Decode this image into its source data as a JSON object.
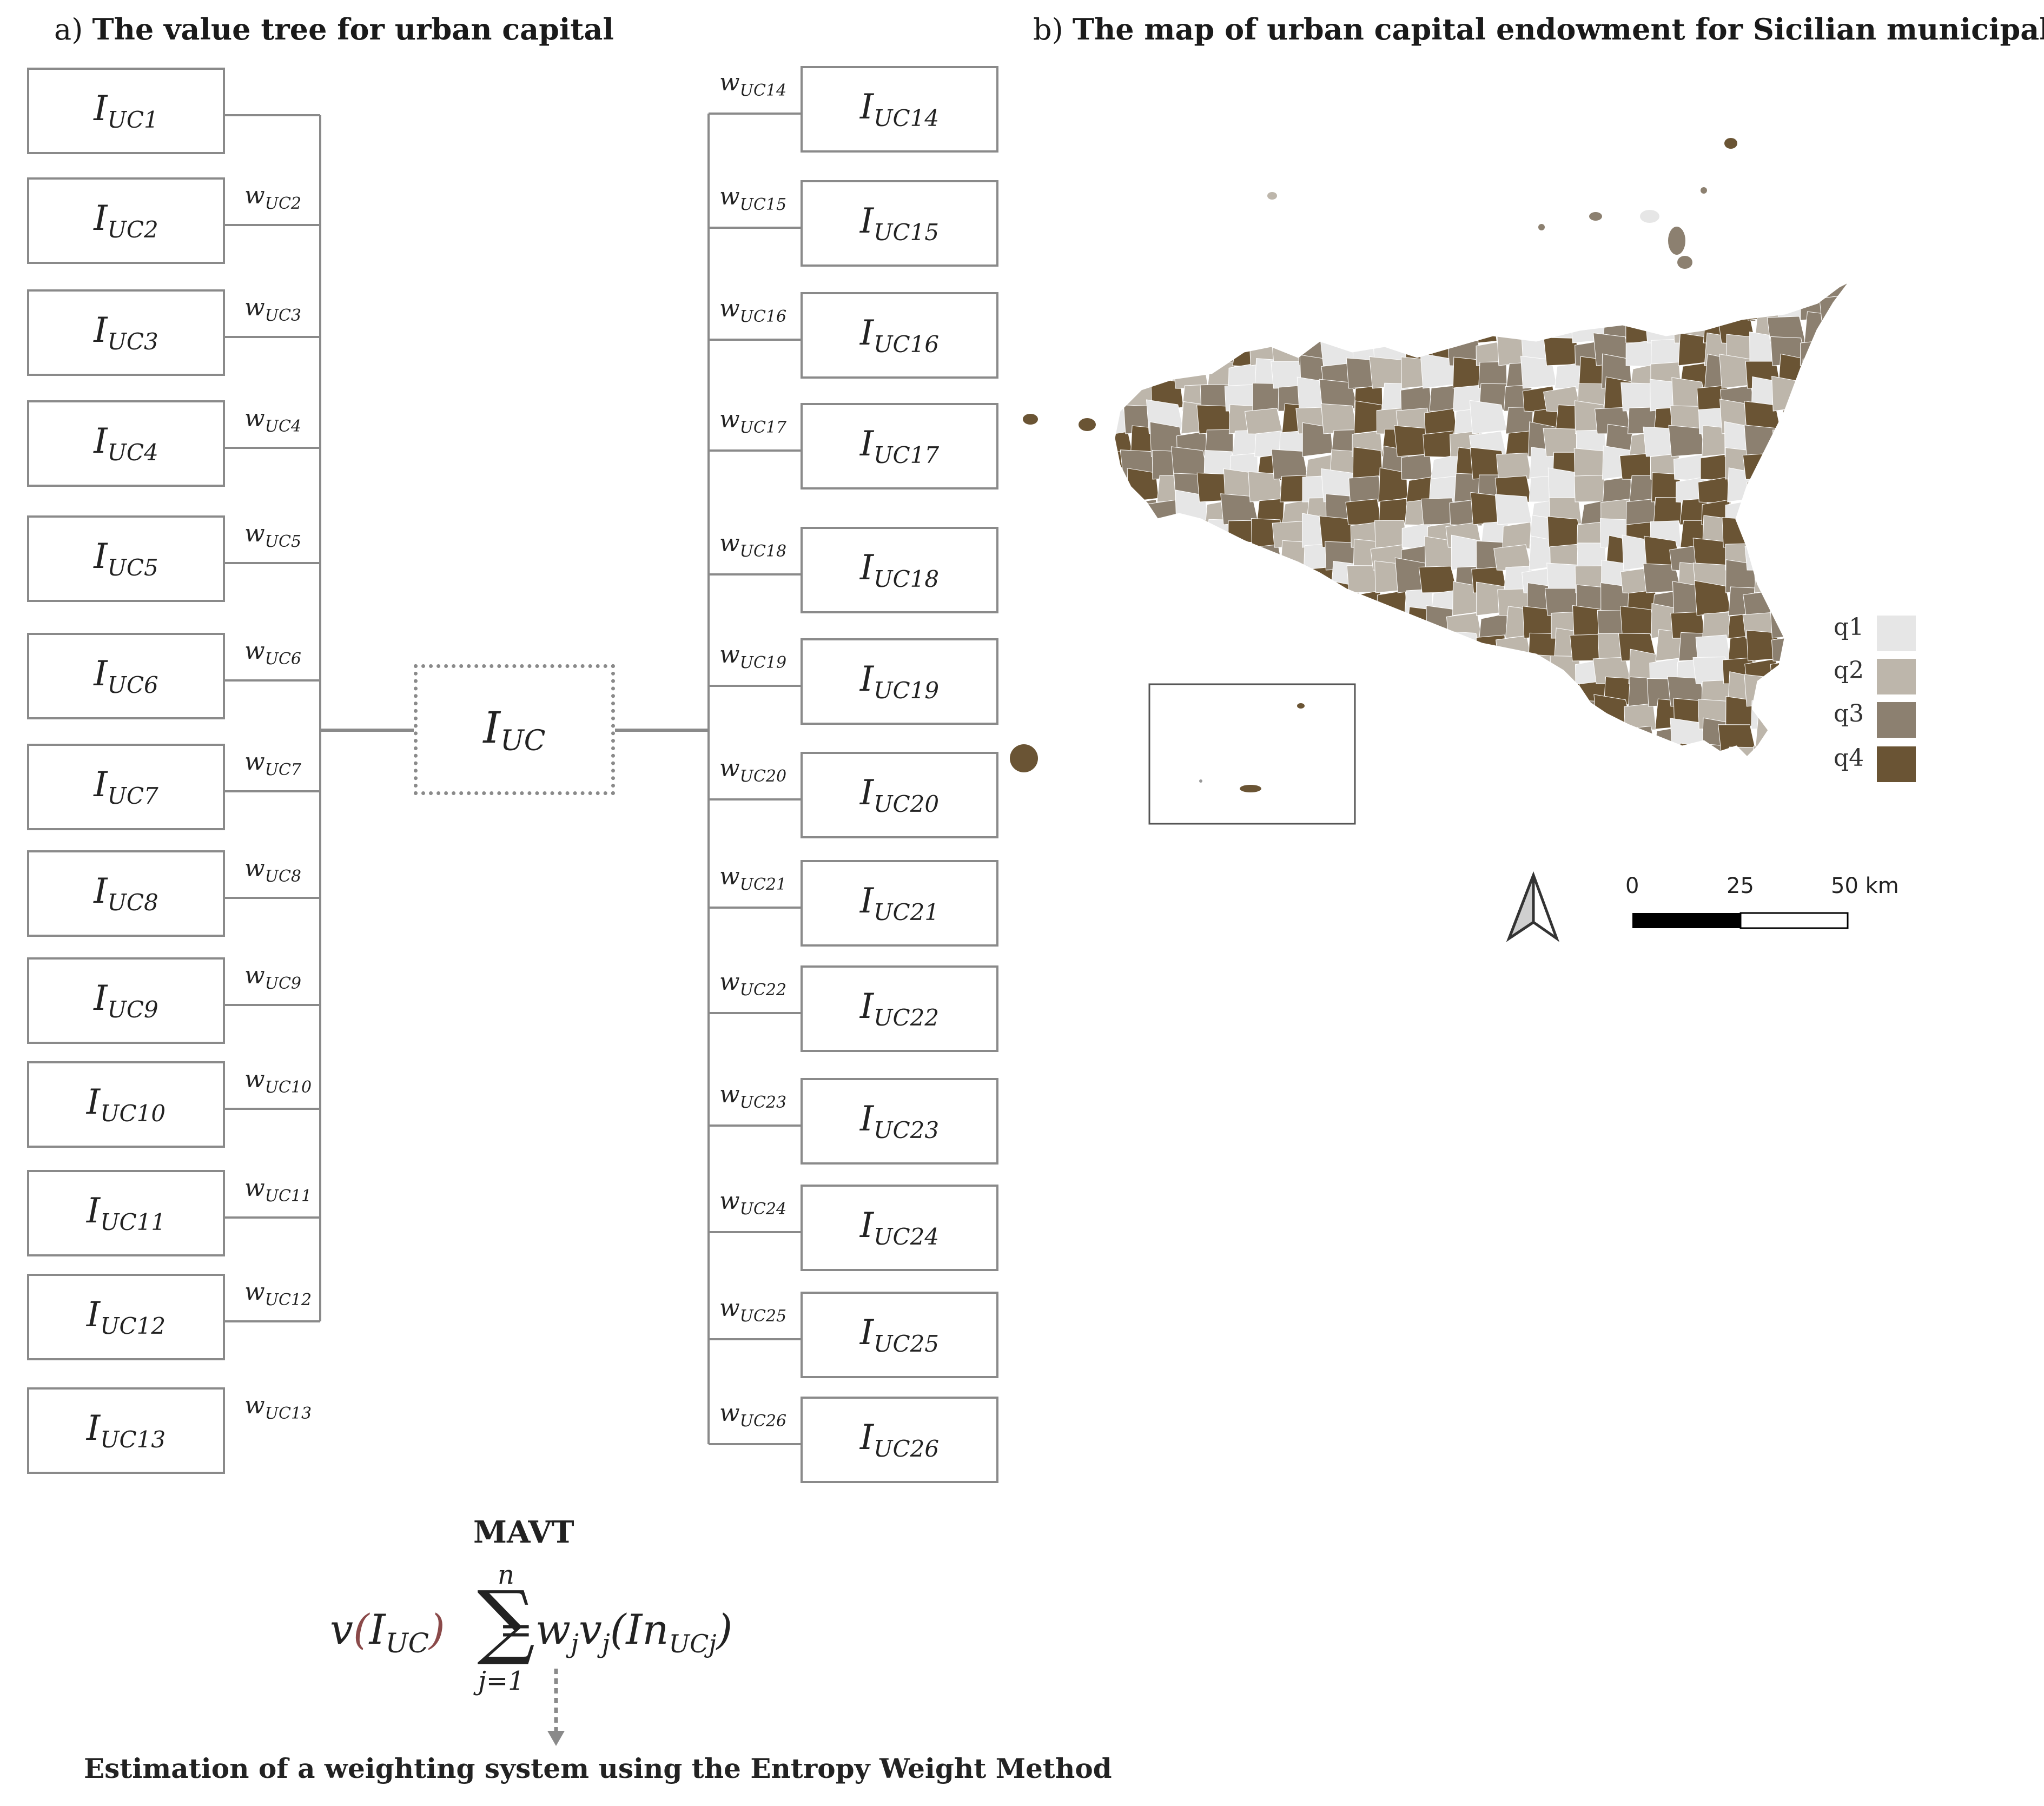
{
  "panel_a": {
    "label": "a)",
    "title": "The value tree for urban capital"
  },
  "panel_b": {
    "label": "b)",
    "title": "The map of urban capital endowment for Sicilian municipalities"
  },
  "root": {
    "symbol": "I",
    "subscript": "UC"
  },
  "left_indicators": [
    {
      "sym": "I",
      "sub": "UC1",
      "w": ""
    },
    {
      "sym": "I",
      "sub": "UC2",
      "w": "UC2"
    },
    {
      "sym": "I",
      "sub": "UC3",
      "w": "UC3"
    },
    {
      "sym": "I",
      "sub": "UC4",
      "w": "UC4"
    },
    {
      "sym": "I",
      "sub": "UC5",
      "w": "UC5"
    },
    {
      "sym": "I",
      "sub": "UC6",
      "w": "UC6"
    },
    {
      "sym": "I",
      "sub": "UC7",
      "w": "UC7"
    },
    {
      "sym": "I",
      "sub": "UC8",
      "w": "UC8"
    },
    {
      "sym": "I",
      "sub": "UC9",
      "w": "UC9"
    },
    {
      "sym": "I",
      "sub": "UC10",
      "w": "UC10"
    },
    {
      "sym": "I",
      "sub": "UC11",
      "w": "UC11"
    },
    {
      "sym": "I",
      "sub": "UC12",
      "w": "UC12"
    },
    {
      "sym": "I",
      "sub": "UC13",
      "w": "UC13"
    }
  ],
  "right_indicators": [
    {
      "sym": "I",
      "sub": "UC14",
      "w": "UC14"
    },
    {
      "sym": "I",
      "sub": "UC15",
      "w": "UC15"
    },
    {
      "sym": "I",
      "sub": "UC16",
      "w": "UC16"
    },
    {
      "sym": "I",
      "sub": "UC17",
      "w": "UC17"
    },
    {
      "sym": "I",
      "sub": "UC18",
      "w": "UC18"
    },
    {
      "sym": "I",
      "sub": "UC19",
      "w": "UC19"
    },
    {
      "sym": "I",
      "sub": "UC20",
      "w": "UC20"
    },
    {
      "sym": "I",
      "sub": "UC21",
      "w": "UC21"
    },
    {
      "sym": "I",
      "sub": "UC22",
      "w": "UC22"
    },
    {
      "sym": "I",
      "sub": "UC23",
      "w": "UC23"
    },
    {
      "sym": "I",
      "sub": "UC24",
      "w": "UC24"
    },
    {
      "sym": "I",
      "sub": "UC25",
      "w": "UC25"
    },
    {
      "sym": "I",
      "sub": "UC26",
      "w": "UC26"
    }
  ],
  "weight_symbol": "w",
  "mavt": {
    "title": "MAVT",
    "lhs_v": "v(",
    "lhs_I": "I",
    "lhs_sub": "UC",
    "lhs_close": ")",
    "equals": "=",
    "sum_symbol": "∑",
    "upper": "n",
    "lower": "j=1",
    "rhs": "w",
    "rhs_sub1": "j",
    "rhs_v": "v",
    "rhs_sub2": "j",
    "rhs_arg_open": "(In",
    "rhs_arg_sub": "UCj",
    "rhs_arg_close": ")",
    "lhs_paren_color": "#8b4a4a"
  },
  "estimation": "Estimation of a weighting system using the Entropy Weight Method",
  "legend": [
    {
      "label": "q1",
      "color": "#e6e6e6"
    },
    {
      "label": "q2",
      "color": "#bdb6ab"
    },
    {
      "label": "q3",
      "color": "#8c8070"
    },
    {
      "label": "q4",
      "color": "#6a5434"
    }
  ],
  "scale": {
    "labels": [
      "0",
      "25",
      "50 km"
    ]
  },
  "colors": {
    "line": "#8a8a8a",
    "box": "#8a8a8a"
  }
}
